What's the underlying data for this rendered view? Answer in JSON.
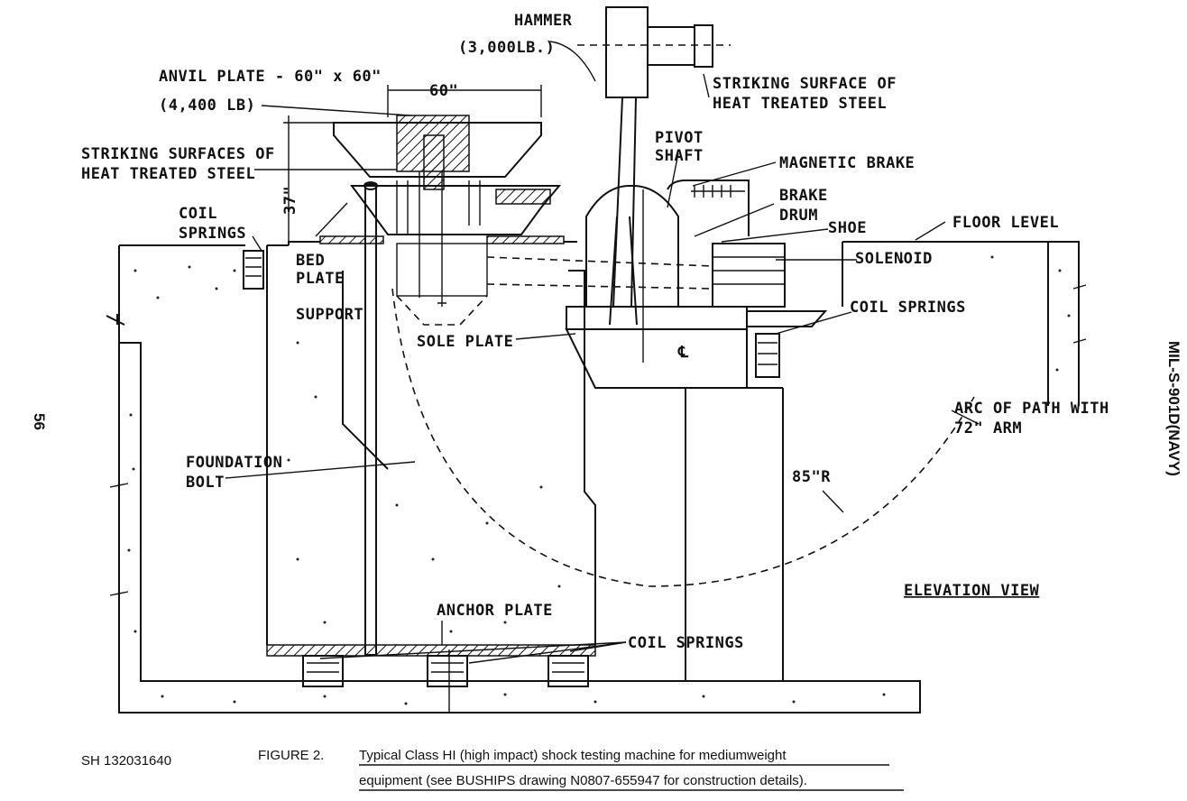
{
  "labels": {
    "hammer": "HAMMER",
    "hammer_weight": "(3,000LB.)",
    "striking_surface_1": "STRIKING SURFACE OF",
    "striking_surface_2": "HEAT TREATED STEEL",
    "anvil_plate": "ANVIL PLATE - 60\" x 60\"",
    "anvil_weight": "(4,400 LB)",
    "dim_60": "60\"",
    "dim_37": "37\"",
    "striking_surfaces_1": "STRIKING SURFACES OF",
    "striking_surfaces_2": "HEAT TREATED STEEL",
    "coil": "COIL",
    "springs": "SPRINGS",
    "bed": "BED",
    "plate": "PLATE",
    "support": "SUPPORT",
    "pivot": "PIVOT",
    "shaft": "SHAFT",
    "magnetic_brake": "MAGNETIC BRAKE",
    "brake": "BRAKE",
    "drum": "DRUM",
    "shoe": "SHOE",
    "floor_level": "FLOOR LEVEL",
    "solenoid": "SOLENOID",
    "coil_springs_right": "COIL SPRINGS",
    "sole_plate": "SOLE PLATE",
    "centerline": "℄",
    "arc_path_1": "ARC OF PATH WITH",
    "arc_path_2": "72\" ARM",
    "radius_85": "85\"R",
    "foundation": "FOUNDATION",
    "bolt": "BOLT",
    "elevation_view": "ELEVATION VIEW",
    "anchor_plate": "ANCHOR PLATE",
    "coil_springs_bottom": "COIL SPRINGS"
  },
  "caption": {
    "sheet_id": "SH 132031640",
    "figure_label": "FIGURE 2.",
    "line1": "Typical Class HI (high impact) shock testing machine for mediumweight",
    "line2": "equipment (see BUSHIPS drawing N0807-655947 for construction details)."
  },
  "margin": {
    "page_number": "56",
    "spec_number": "MIL-S-901D(NAVY)"
  }
}
